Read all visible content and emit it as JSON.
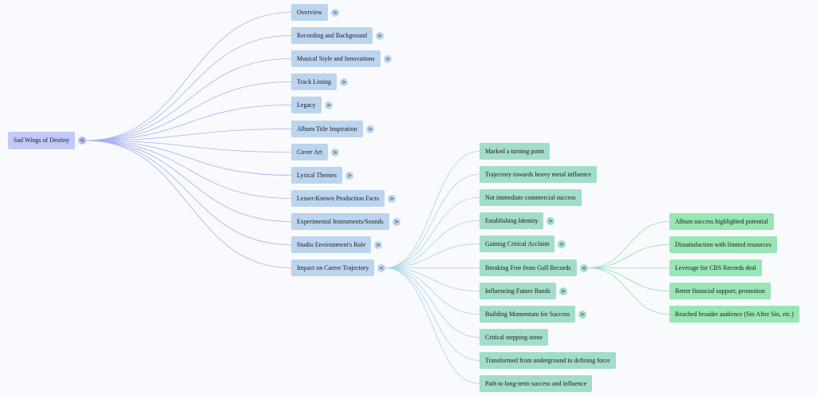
{
  "colors": {
    "root_node": "#c3c9f7",
    "level1_node": "#bcd5ee",
    "level2_node": "#a2ddc9",
    "level3_node": "#98e6b3",
    "root_edges": "#a8b0f0",
    "impact_edges": "#a9d2e6",
    "breaking_edges": "#8fdcb8"
  },
  "toggle_symbols": {
    "expanded": "<",
    "collapsed": ">"
  },
  "root": {
    "label": "Sad Wings of Destiny",
    "toggle": "<"
  },
  "topics": [
    {
      "label": "Overview",
      "toggle": ">"
    },
    {
      "label": "Recording and Background",
      "toggle": ">"
    },
    {
      "label": "Musical Style and Innovations",
      "toggle": ">"
    },
    {
      "label": "Track Listing",
      "toggle": ">"
    },
    {
      "label": "Legacy",
      "toggle": ">"
    },
    {
      "label": "Album Title Inspiration",
      "toggle": ">"
    },
    {
      "label": "Cover Art",
      "toggle": ">"
    },
    {
      "label": "Lyrical Themes",
      "toggle": ">"
    },
    {
      "label": "Lesser-Known Production Facts",
      "toggle": ">"
    },
    {
      "label": "Experimental Instruments/Sounds",
      "toggle": ">"
    },
    {
      "label": "Studio Environment's Role",
      "toggle": ">"
    },
    {
      "label": "Impact on Career Trajectory",
      "toggle": "<"
    }
  ],
  "impact_children": [
    {
      "label": "Marked a turning point",
      "toggle": ""
    },
    {
      "label": "Trajectory towards heavy metal influence",
      "toggle": ""
    },
    {
      "label": "Not immediate commercial success",
      "toggle": ""
    },
    {
      "label": "Establishing Identity",
      "toggle": ">"
    },
    {
      "label": "Gaining Critical Acclaim",
      "toggle": ">"
    },
    {
      "label": "Breaking Free from Gull Records",
      "toggle": "<"
    },
    {
      "label": "Influencing Future Bands",
      "toggle": ">"
    },
    {
      "label": "Building Momentum for Success",
      "toggle": ">"
    },
    {
      "label": "Critical stepping stone",
      "toggle": ""
    },
    {
      "label": "Transformed from underground to defining force",
      "toggle": ""
    },
    {
      "label": "Path to long-term success and influence",
      "toggle": ""
    }
  ],
  "breaking_children": [
    {
      "label": "Album success highlighted potential"
    },
    {
      "label": "Dissatisfaction with limited resources"
    },
    {
      "label": "Leverage for CBS Records deal"
    },
    {
      "label": "Better financial support, promotion"
    },
    {
      "label": "Reached broader audience (Sin After Sin, etc.)"
    }
  ]
}
